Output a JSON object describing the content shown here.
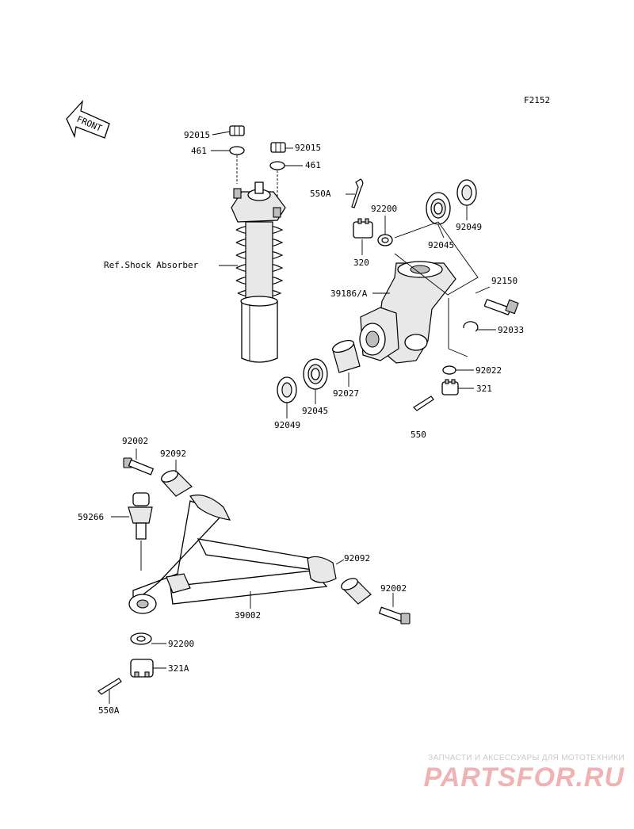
{
  "figure_code": "F2152",
  "front_label": "FRONT",
  "labels": {
    "p92015_a": "92015",
    "p461_a": "461",
    "p92015_b": "92015",
    "p461_b": "461",
    "p550A_top": "550A",
    "p92200_top": "92200",
    "p320": "320",
    "p92045_top": "92045",
    "p92049_top": "92049",
    "ref_shock": "Ref.Shock Absorber",
    "p39186A": "39186/A",
    "p92150": "92150",
    "p92033": "92033",
    "p92022": "92022",
    "p321": "321",
    "p550": "550",
    "p92027": "92027",
    "p92045_bot": "92045",
    "p92049_bot": "92049",
    "p92002_a": "92002",
    "p92092_a": "92092",
    "p59266": "59266",
    "p92092_b": "92092",
    "p92002_b": "92002",
    "p39002": "39002",
    "p92200_bot": "92200",
    "p321A": "321A",
    "p550A_bot": "550A"
  },
  "watermark": {
    "tagline": "ЗАПЧАСТИ И АКСЕССУАРЫ ДЛЯ МОТОТЕХНИКИ",
    "brand": "PARTSFOR.RU",
    "color": "#e06060"
  }
}
